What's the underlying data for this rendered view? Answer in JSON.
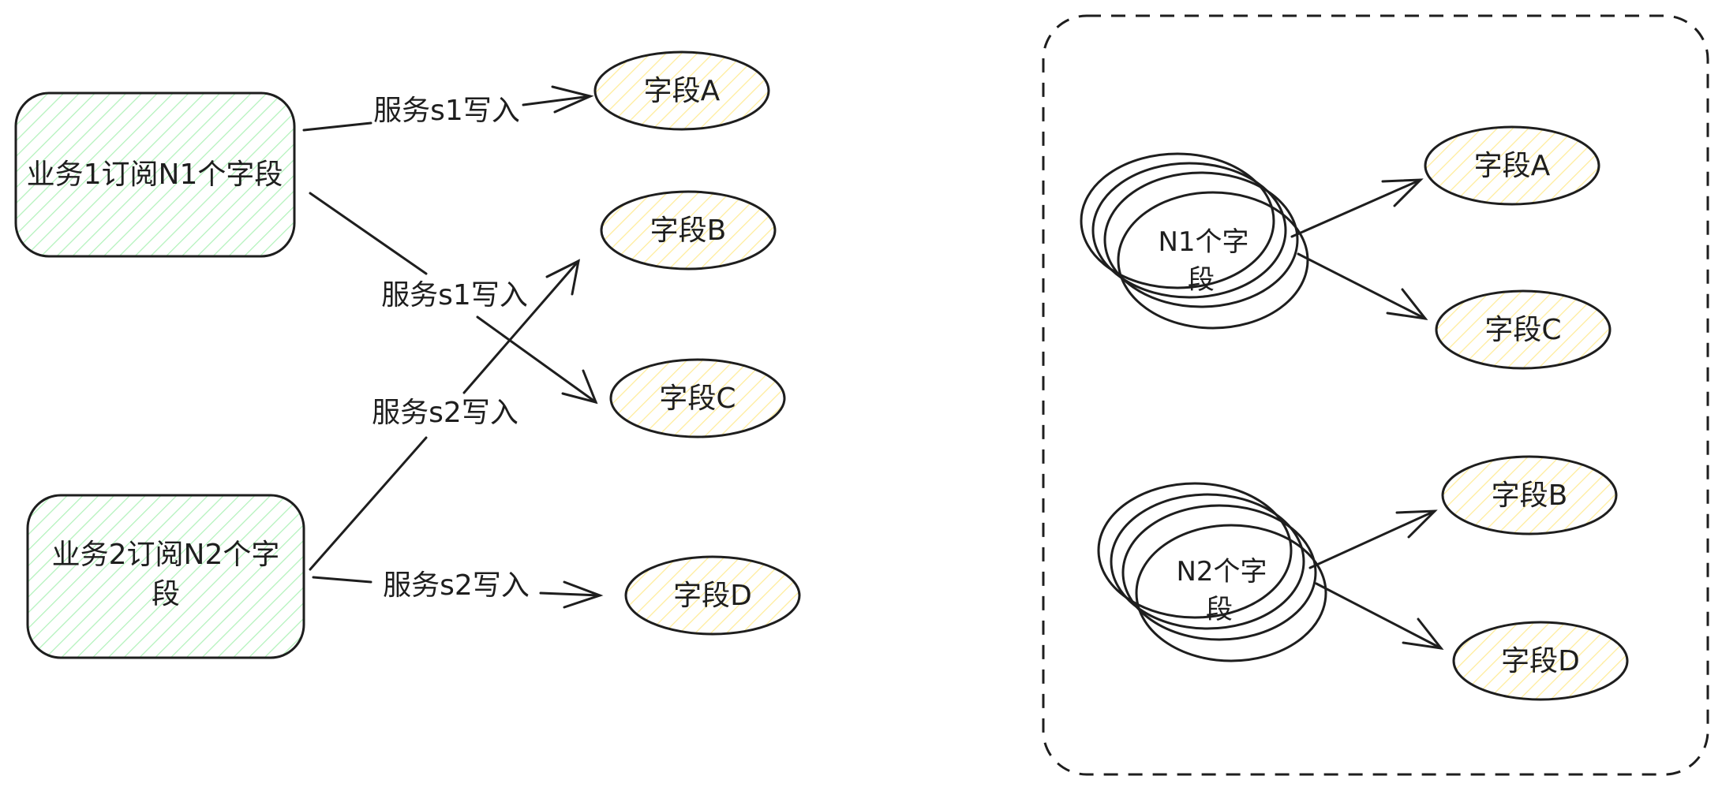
{
  "colors": {
    "stroke": "#1e1e1e",
    "green_hatch": "#b2f2bb",
    "yellow_hatch": "#ffec99",
    "background": "#ffffff"
  },
  "left": {
    "business1": "业务1订阅N1个字段",
    "business2_line1": "业务2订阅N2个字",
    "business2_line2": "段",
    "fields": {
      "a": "字段A",
      "b": "字段B",
      "c": "字段C",
      "d": "字段D"
    },
    "edges": {
      "b1_to_a": "服务s1写入",
      "b1_to_c": "服务s1写入",
      "b2_to_b": "服务s2写入",
      "b2_to_d": "服务s2写入"
    }
  },
  "right": {
    "group1_line1": "N1个字",
    "group1_line2": "段",
    "group2_line1": "N2个字",
    "group2_line2": "段",
    "fields": {
      "a": "字段A",
      "c": "字段C",
      "b": "字段B",
      "d": "字段D"
    }
  }
}
